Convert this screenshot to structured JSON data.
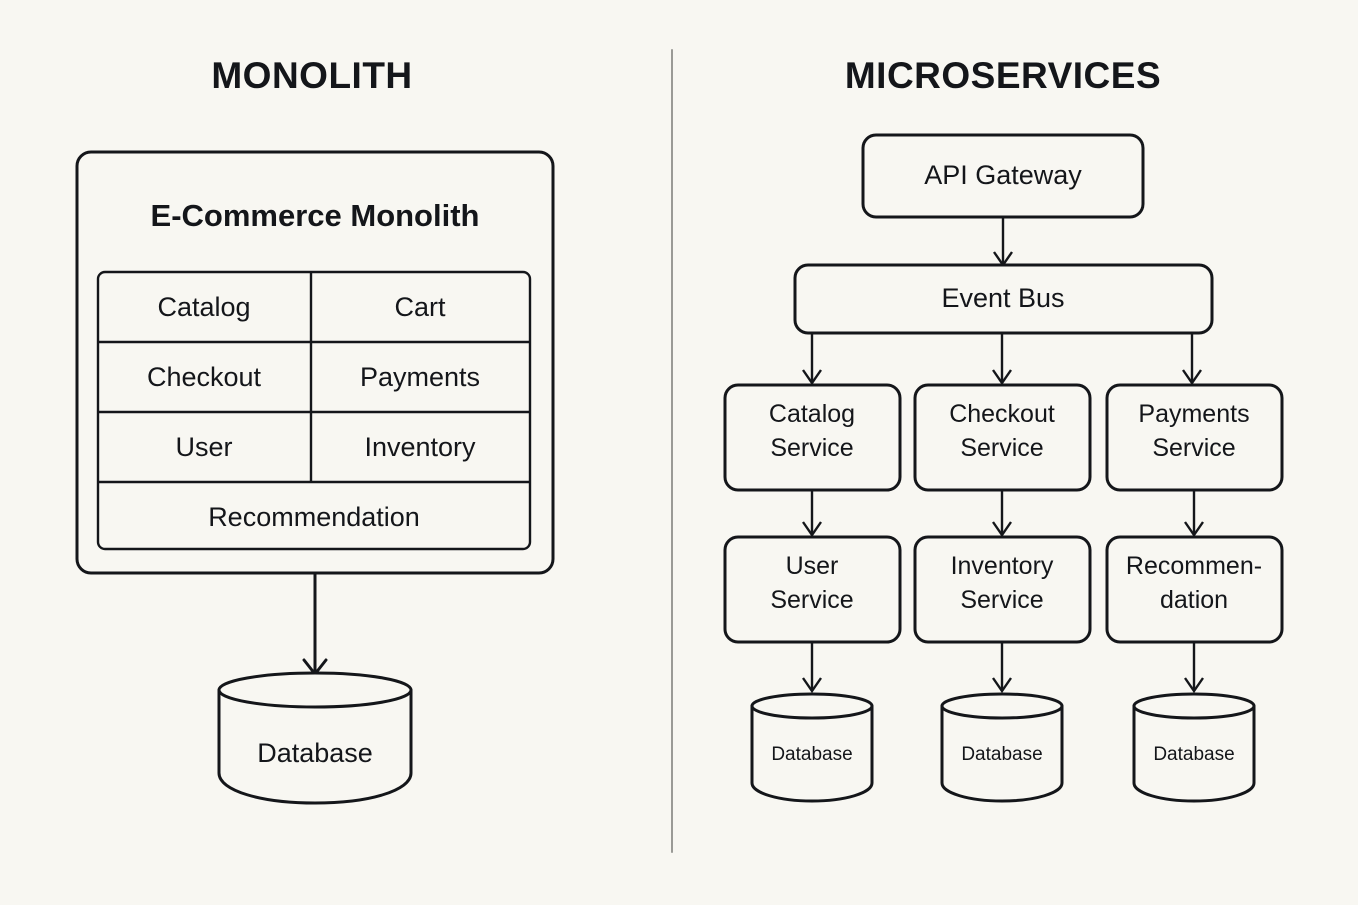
{
  "diagram": {
    "title_left": "MONOLITH",
    "title_right": "MICROSERVICES",
    "background_color": "#f8f7f2",
    "stroke_color": "#14161a",
    "divider_color": "#9a9a96"
  },
  "monolith": {
    "card_title": "E-Commerce Monolith",
    "modules_row1": [
      "Catalog",
      "Cart"
    ],
    "modules_row2": [
      "Checkout",
      "Payments"
    ],
    "modules_row3": [
      "User",
      "Inventory"
    ],
    "modules_row4": [
      "Recommendation"
    ],
    "database_label": "Database"
  },
  "microservices": {
    "gateway": "API Gateway",
    "event_bus": "Event Bus",
    "services_row1": [
      {
        "line1": "Catalog",
        "line2": "Service"
      },
      {
        "line1": "Checkout",
        "line2": "Service"
      },
      {
        "line1": "Payments",
        "line2": "Service"
      }
    ],
    "services_row2": [
      {
        "line1": "User",
        "line2": "Service"
      },
      {
        "line1": "Inventory",
        "line2": "Service"
      },
      {
        "line1": "Recommen-",
        "line2": "dation"
      }
    ],
    "databases": [
      "Database",
      "Database",
      "Database"
    ]
  }
}
